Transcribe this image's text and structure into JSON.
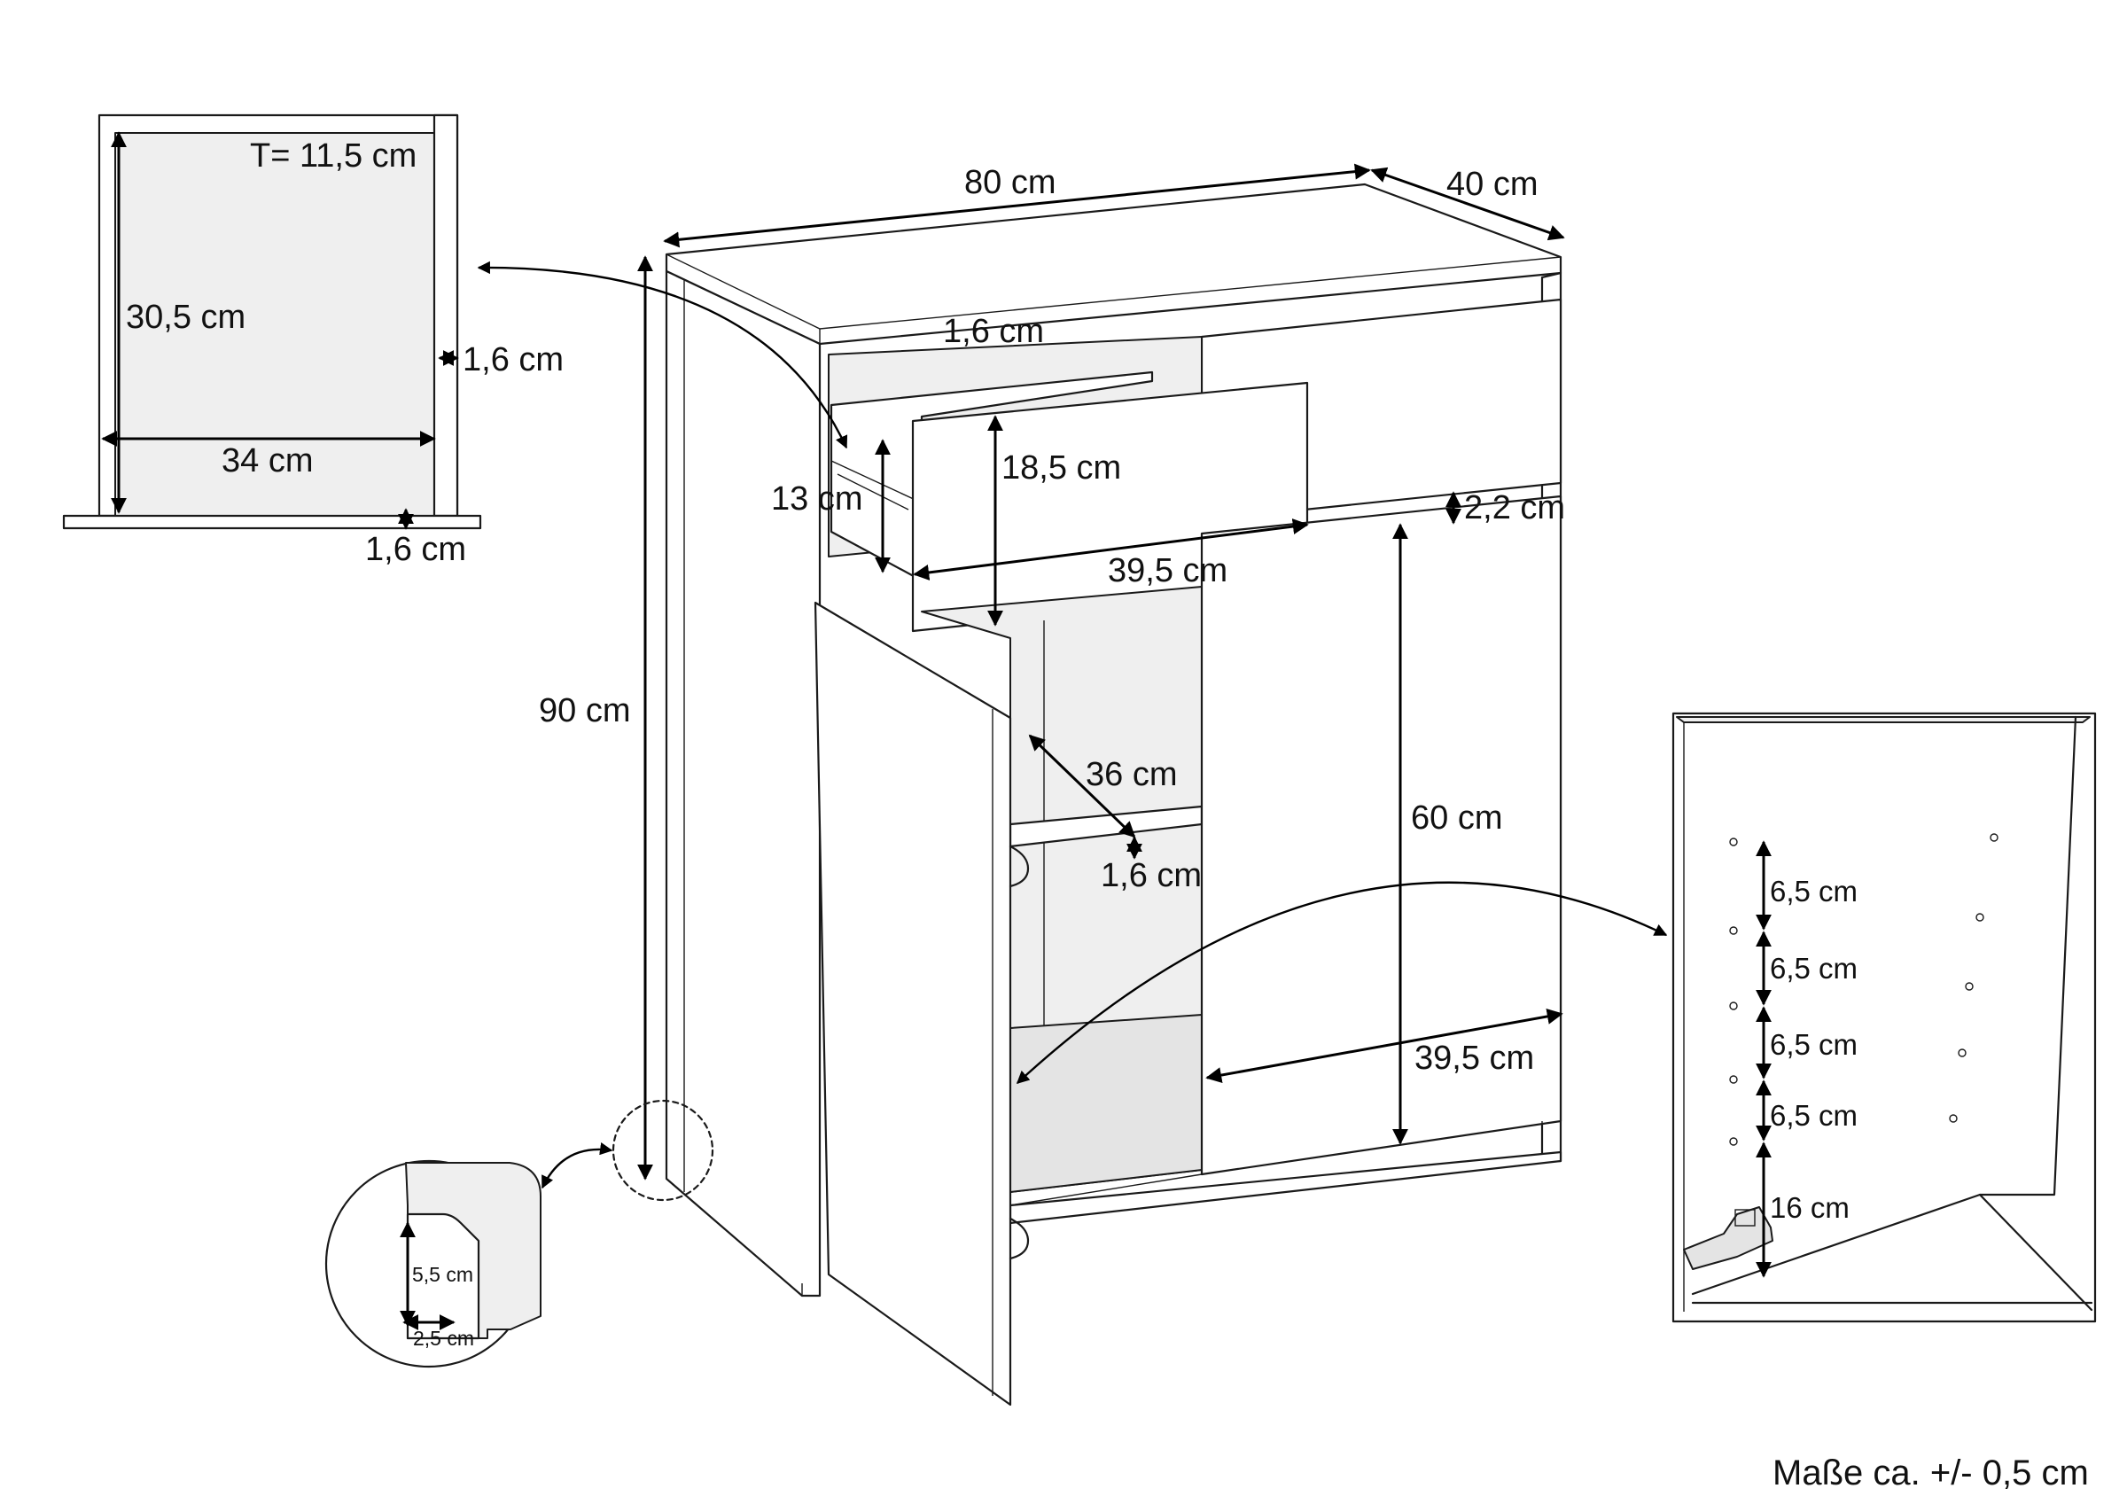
{
  "dimensions": {
    "width_top": "80 cm",
    "depth_top": "40 cm",
    "height_total": "90 cm",
    "top_thickness": "1,6 cm",
    "drawer_slide": "13 cm",
    "drawer_front_height": "18,5 cm",
    "drawer_front_width": "39,5 cm",
    "drawer_gap": "2,2 cm",
    "shelf_depth": "36 cm",
    "shelf_thickness": "1,6 cm",
    "door_height": "60 cm",
    "door_width": "39,5 cm"
  },
  "drawer_detail": {
    "inner_depth": "T= 11,5 cm",
    "inner_height": "30,5 cm",
    "wall_thickness": "1,6 cm",
    "inner_width": "34 cm",
    "bottom_thickness": "1,6 cm"
  },
  "foot_detail": {
    "height": "5,5 cm",
    "width": "2,5 cm"
  },
  "hinge_detail": {
    "spacing_1": "6,5 cm",
    "spacing_2": "6,5 cm",
    "spacing_3": "6,5 cm",
    "spacing_4": "6,5 cm",
    "bottom_offset": "16 cm"
  },
  "footer_note": "Maße ca. +/- 0,5 cm"
}
